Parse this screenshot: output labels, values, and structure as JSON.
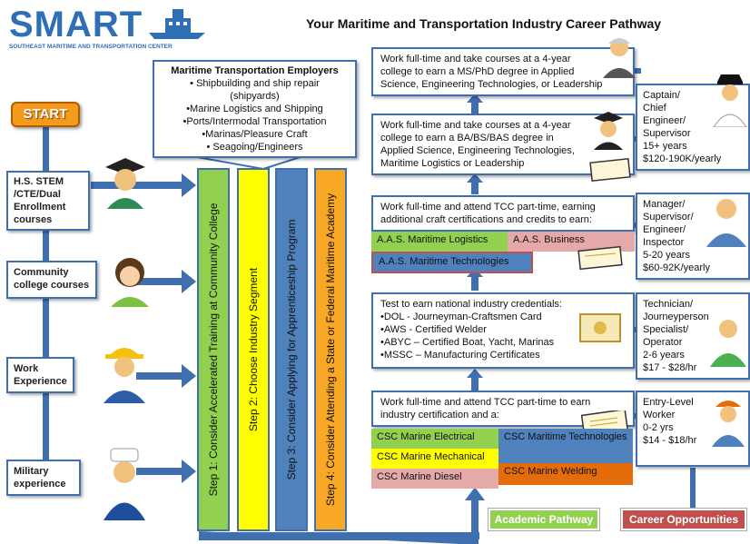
{
  "header": {
    "logo_text": "SMART",
    "logo_sub": "SOUTHEAST MARITIME AND TRANSPORTATION CENTER",
    "title": "Your Maritime and Transportation Industry Career Pathway"
  },
  "start_label": "START",
  "entry_points": [
    "H.S. STEM\n/CTE/Dual\nEnrollment\ncourses",
    "Community\ncollege courses",
    "Work\nExperience",
    "Military\nexperience"
  ],
  "employers": {
    "title": "Maritime Transportation Employers",
    "items": [
      "• Shipbuilding and ship repair\n(shipyards)",
      "•Marine Logistics and Shipping",
      "•Ports/Intermodal Transportation",
      "•Marinas/Pleasure Craft",
      "• Seagoing/Engineers"
    ]
  },
  "steps": [
    {
      "label": "Step 1: Consider Accelerated Training at Community College",
      "color": "#92d050"
    },
    {
      "label": "Step 2: Choose Industry Segment",
      "color": "#ffff00"
    },
    {
      "label": "Step 3: Consider Applying for Apprenticeship Program",
      "color": "#4f81bd"
    },
    {
      "label": "Step 4: Consider Attending a State or Federal Maritime Academy",
      "color": "#f9a825"
    }
  ],
  "pathway": {
    "level1": {
      "text": "Work full-time and attend TCC part-time to earn\nindustry certification and a:",
      "certs": [
        {
          "label": "CSC Marine Electrical",
          "color": "#92d050"
        },
        {
          "label": "CSC Marine Mechanical",
          "color": "#ffff00"
        },
        {
          "label": "CSC Marine Diesel",
          "color": "#e6a9a9"
        },
        {
          "label": "CSC Maritime\nTechnologies",
          "color": "#4f81bd"
        },
        {
          "label": "CSC Marine Welding",
          "color": "#e46c0a"
        }
      ]
    },
    "level2": {
      "text": "Test to earn national industry credentials:\n•DOL - Journeyman-Craftsmen Card\n•AWS - Certified Welder\n•ABYC – Certified Boat, Yacht, Marinas\n•MSSC – Manufacturing Certificates"
    },
    "level3": {
      "text": "Work full-time and attend TCC part-time, earning\nadditional craft certifications and credits to earn:",
      "degrees": [
        {
          "label": "A.A.S. Maritime Logistics",
          "color": "#92d050"
        },
        {
          "label": "A.A.S. Business",
          "color": "#e6a9a9"
        },
        {
          "label": "A.A.S. Maritime Technologies",
          "color": "#4f81bd"
        }
      ]
    },
    "level4": {
      "text": "Work full-time and take courses at a 4-year\ncollege to earn a BA/BS/BAS degree in\nApplied Science, Engineering Technologies,\nMaritime Logistics or Leadership"
    },
    "level5": {
      "text": "Work full-time and take courses at a 4-year\ncollege to earn a MS/PhD degree in Applied\nScience, Engineering Technologies, or Leadership"
    }
  },
  "careers": [
    "Captain/\nChief\nEngineer/\nSupervisor\n15+ years\n$120-190K/yearly",
    "Manager/\nSupervisor/\nEngineer/\nInspector\n5-20 years\n$60-92K/yearly",
    "Technician/\nJourneyperson\nSpecialist/\nOperator\n2-6 years\n$17 - $28/hr",
    "Entry-Level\nWorker\n0-2 yrs\n$14 - $18/hr"
  ],
  "legend": {
    "academic": {
      "label": "Academic Pathway",
      "color": "#92d050"
    },
    "career": {
      "label": "Career Opportunities",
      "color": "#c0504d"
    }
  },
  "colors": {
    "arrow": "#3f6fae",
    "border": "#3f6fae",
    "start": "#f29b1d"
  },
  "icons": [
    "ship-icon",
    "student-icon",
    "person-icon",
    "hard-hat-worker-icon",
    "sailor-icon",
    "certificate-icon",
    "professor-icon",
    "graduate-icon",
    "captain-icon",
    "manager-icon",
    "technician-icon",
    "entry-worker-icon"
  ]
}
